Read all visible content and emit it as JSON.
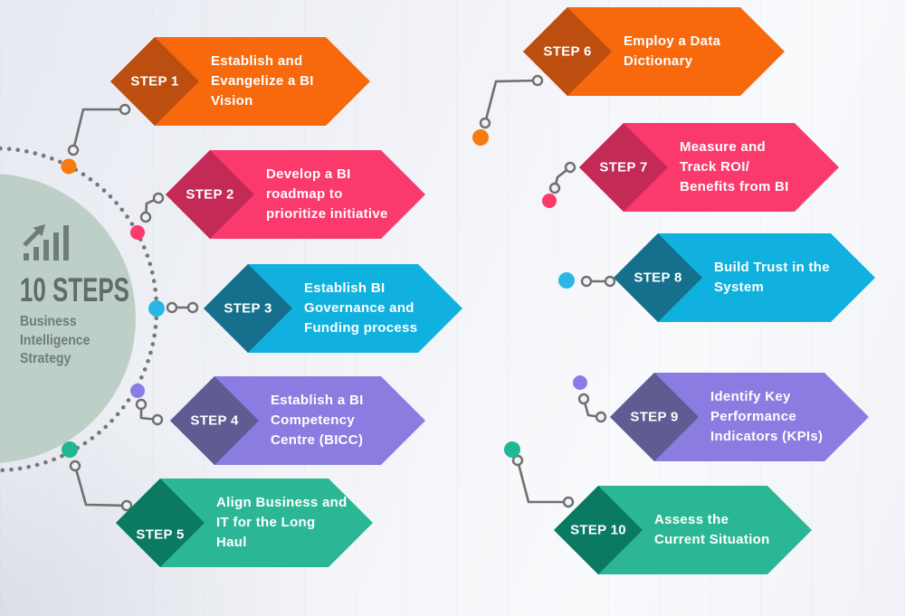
{
  "hub": {
    "title": "10 STEPS",
    "subtitle": "Business\nIntelligence\nStrategy",
    "icon": "growth-bar-chart-icon",
    "circle_color": "#becfc8",
    "title_color": "#5e6d68",
    "text_color": "#6e7d79"
  },
  "decor": {
    "connector_color": "#6f6f6f",
    "arc_dot_color": "#787878"
  },
  "steps": [
    {
      "label": "STEP 1",
      "desc": "Establish and\nEvangelize a BI\nVision",
      "color": "#F8690D",
      "dark": "#BC4E10",
      "dot": "#F87B10"
    },
    {
      "label": "STEP 2",
      "desc": "Develop a BI\nroadmap to\nprioritize initiative",
      "color": "#FA3A6C",
      "dark": "#C32A56",
      "dot": "#FA3A6C"
    },
    {
      "label": "STEP 3",
      "desc": "Establish BI\nGovernance and\nFunding process",
      "color": "#10B1DF",
      "dark": "#16708D",
      "dot": "#2BB7E5"
    },
    {
      "label": "STEP 4",
      "desc": "Establish a BI\nCompetency\nCentre (BICC)",
      "color": "#8A7CE0",
      "dark": "#5F5C92",
      "dot": "#8C7DE6"
    },
    {
      "label": "STEP 5",
      "desc": "Align Business and\nIT for the Long\nHaul",
      "color": "#2BB795",
      "dark": "#0A7A63",
      "dot": "#1FB894"
    },
    {
      "label": "STEP 6",
      "desc": "Employ a Data\nDictionary",
      "color": "#F8690D",
      "dark": "#BC4E10",
      "dot": "#F87B10"
    },
    {
      "label": "STEP 7",
      "desc": "Measure and\nTrack ROI/\nBenefits from BI",
      "color": "#FA3A6C",
      "dark": "#C32A56",
      "dot": "#FA3A6C"
    },
    {
      "label": "STEP 8",
      "desc": "Build Trust in the\nSystem",
      "color": "#10B1DF",
      "dark": "#16708D",
      "dot": "#2BB7E5"
    },
    {
      "label": "STEP 9",
      "desc": "Identify Key\nPerformance\nIndicators (KPIs)",
      "color": "#8A7CE0",
      "dark": "#5F5C92",
      "dot": "#8C7DE6"
    },
    {
      "label": "STEP 10",
      "desc": "Assess the\nCurrent Situation",
      "color": "#2BB795",
      "dark": "#0A7A63",
      "dot": "#1FB894"
    }
  ]
}
